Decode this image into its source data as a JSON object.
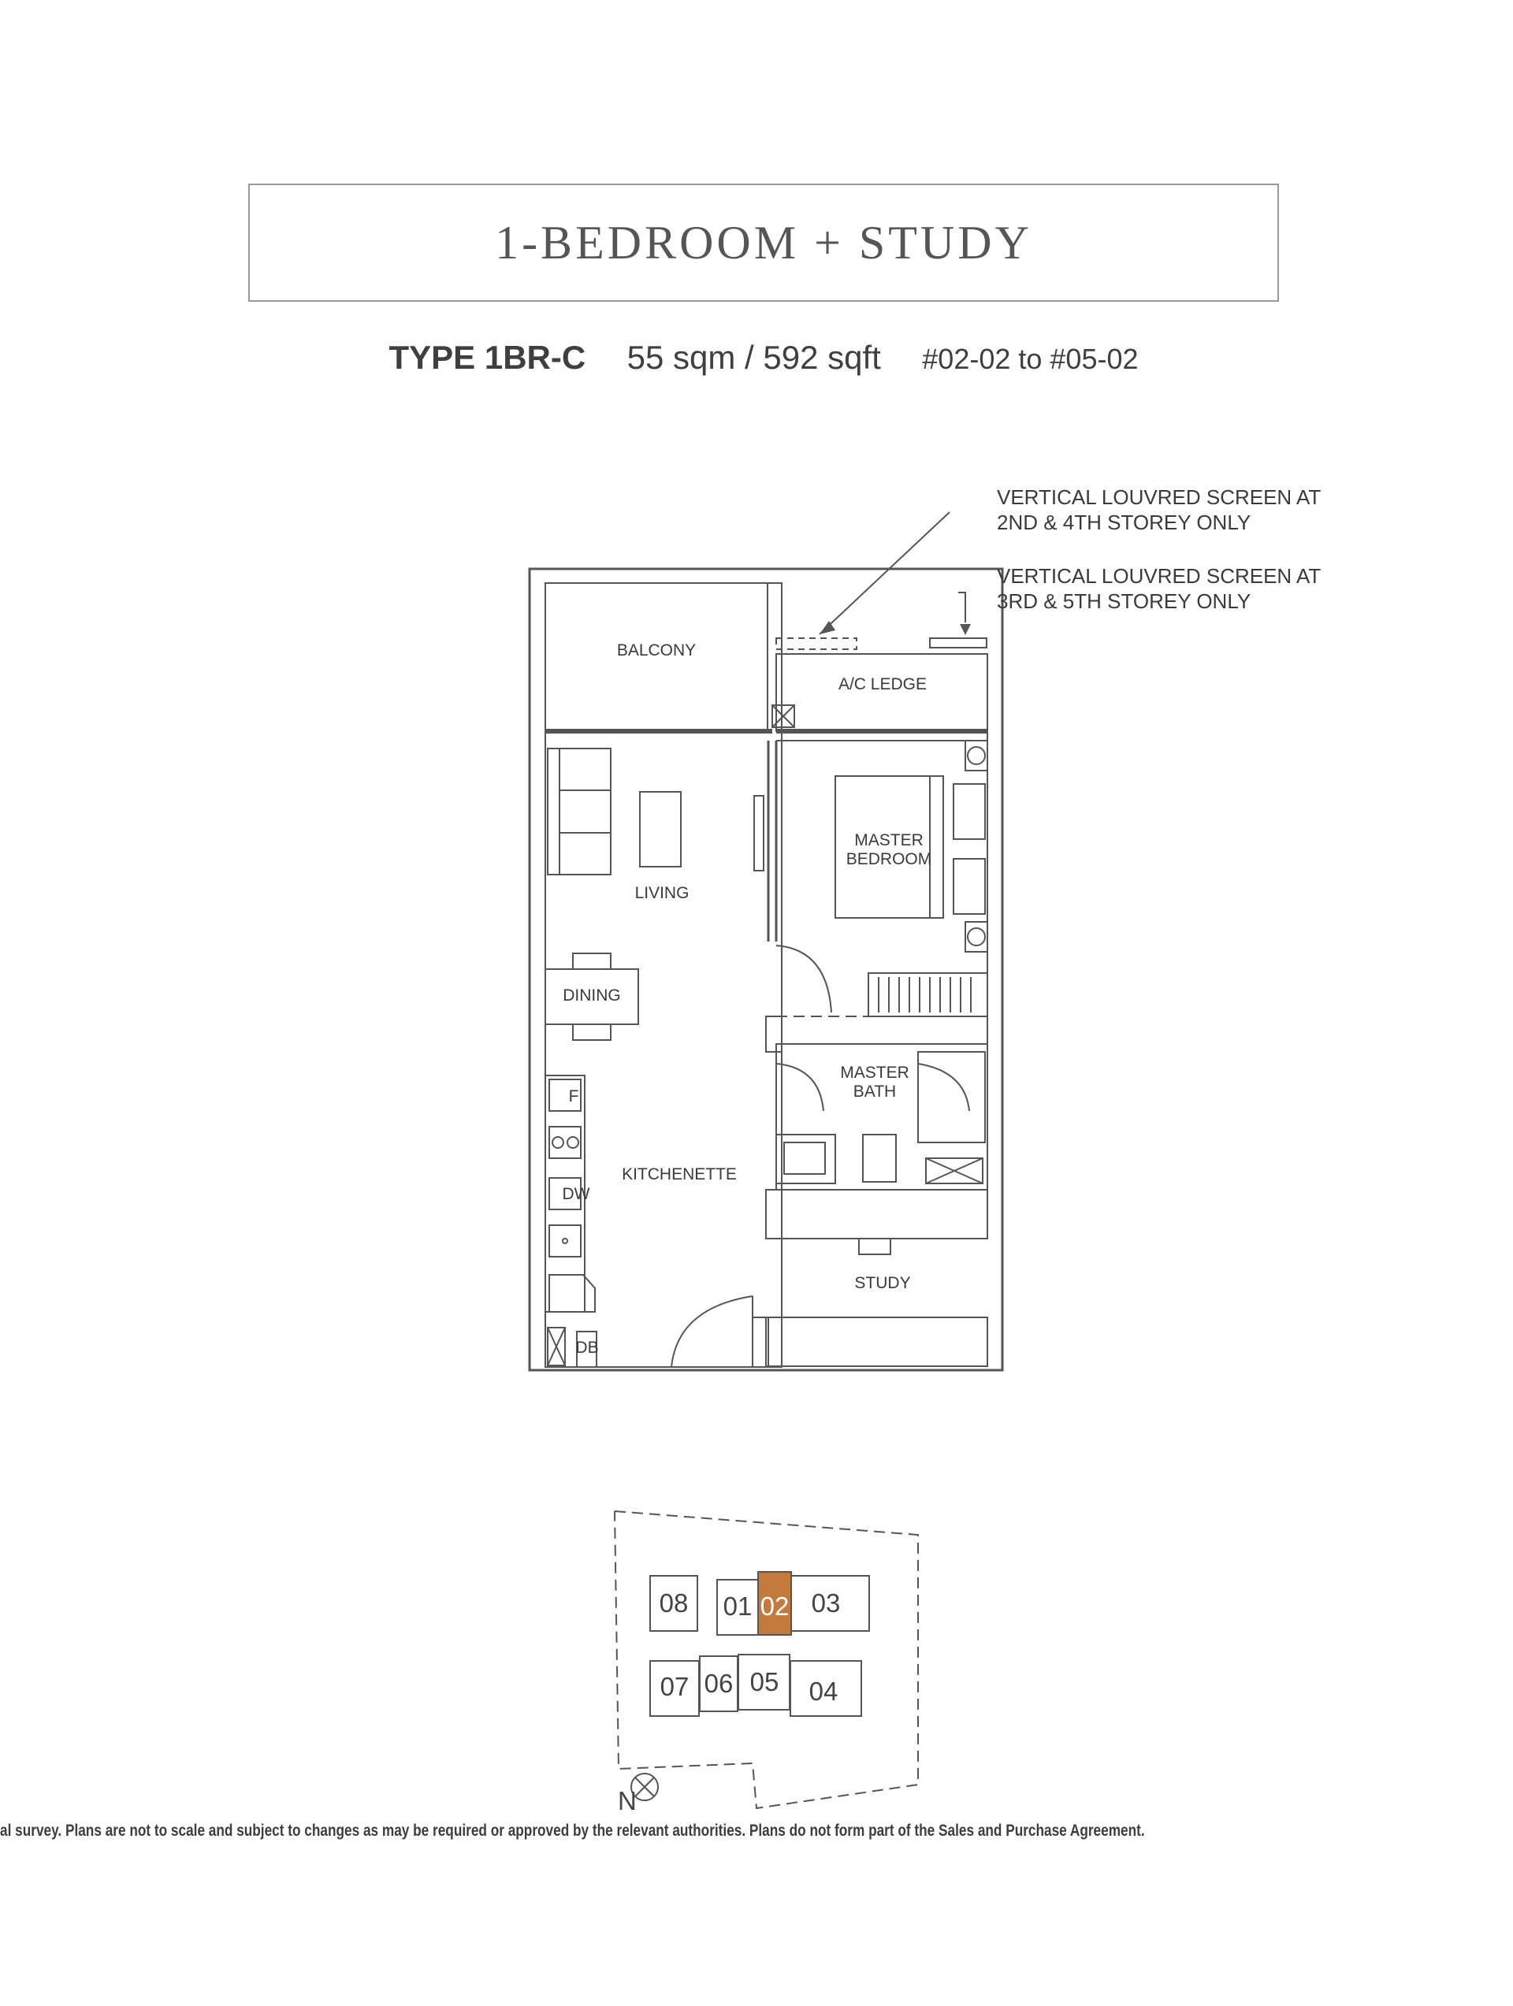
{
  "header": {
    "title": "1-BEDROOM + STUDY",
    "unit_type": "TYPE 1BR-C",
    "area": "55 sqm / 592 sqft",
    "units": "#02-02 to #05-02"
  },
  "floorplan": {
    "rooms": {
      "balcony": "BALCONY",
      "ac_ledge": "A/C LEDGE",
      "master_bedroom_1": "MASTER",
      "master_bedroom_2": "BEDROOM",
      "living": "LIVING",
      "dining": "DINING",
      "master_bath_1": "MASTER",
      "master_bath_2": "BATH",
      "kitchenette": "KITCHENETTE",
      "study": "STUDY",
      "fridge": "F",
      "dishwasher": "DW",
      "db": "DB"
    },
    "notes": {
      "louvre_a_line1": "VERTICAL LOUVRED SCREEN AT",
      "louvre_a_line2": "2ND & 4TH STOREY ONLY",
      "louvre_b_line1": "VERTICAL LOUVRED SCREEN AT",
      "louvre_b_line2": "3RD & 5TH STOREY ONLY"
    }
  },
  "key_plan": {
    "units": [
      "08",
      "01",
      "02",
      "03",
      "07",
      "06",
      "05",
      "04"
    ],
    "highlighted": "02",
    "highlight_color": "#c47a3a",
    "north": "N"
  },
  "disclaimer": "al survey. Plans are not to scale and subject to changes as may be required or approved by the relevant authorities. Plans do not form part of the Sales and Purchase Agreement."
}
